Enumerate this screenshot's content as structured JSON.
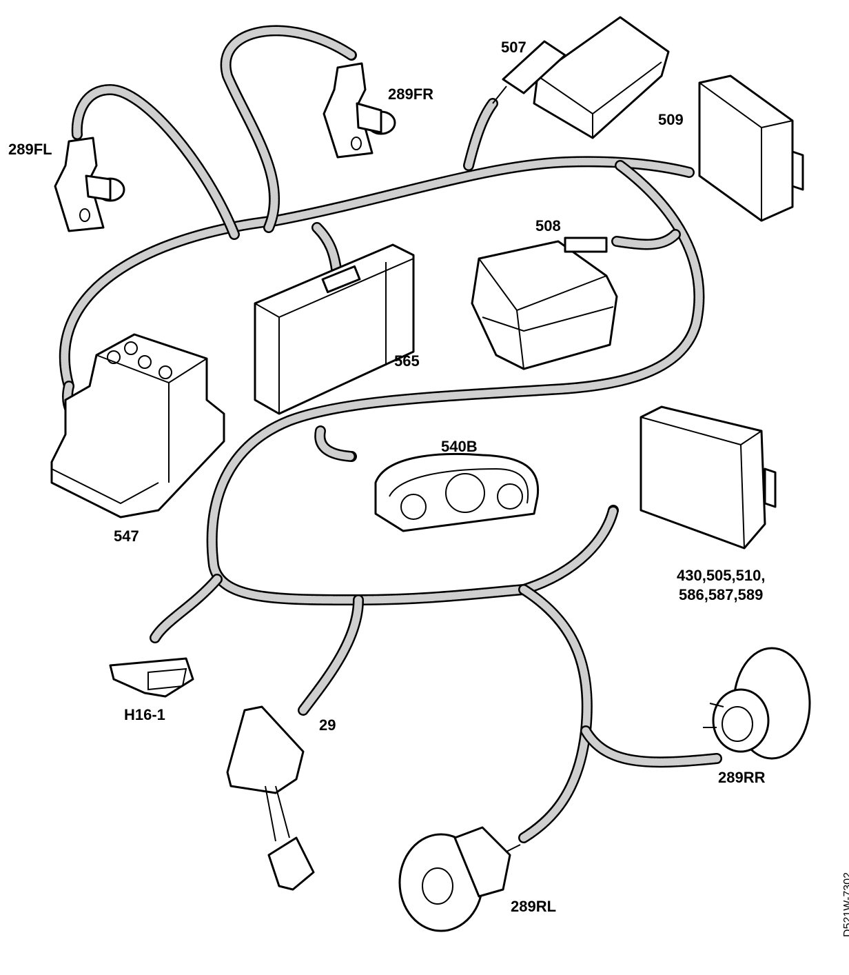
{
  "components": [
    {
      "id": "289FL",
      "label": "289FL"
    },
    {
      "id": "289FR",
      "label": "289FR"
    },
    {
      "id": "507",
      "label": "507"
    },
    {
      "id": "509",
      "label": "509"
    },
    {
      "id": "508",
      "label": "508"
    },
    {
      "id": "565",
      "label": "565"
    },
    {
      "id": "547",
      "label": "547"
    },
    {
      "id": "540B",
      "label": "540B"
    },
    {
      "id": "modules",
      "label_line1": "430,505,510,",
      "label_line2": "586,587,589"
    },
    {
      "id": "H16-1",
      "label": "H16-1"
    },
    {
      "id": "29",
      "label": "29"
    },
    {
      "id": "289RR",
      "label": "289RR"
    },
    {
      "id": "289RL",
      "label": "289RL"
    }
  ],
  "drawing_code": "D521W-7302"
}
